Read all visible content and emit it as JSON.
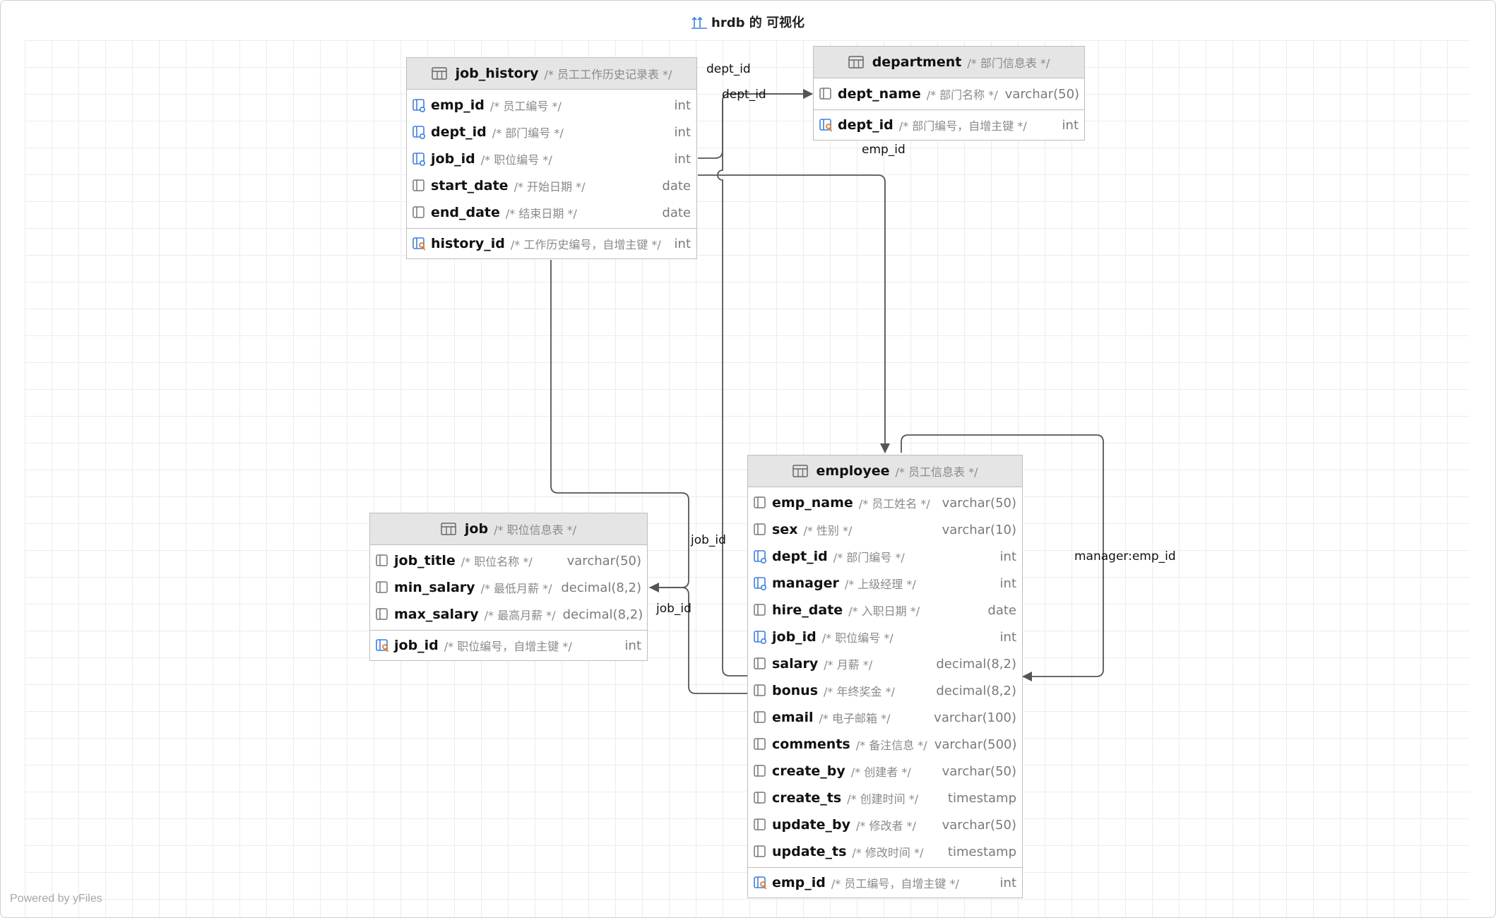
{
  "title": "hrdb 的 可视化",
  "footer": "Powered by yFiles",
  "tables": {
    "job_history": {
      "name": "job_history",
      "comment": "/* 员工工作历史记录表 */",
      "columns": [
        {
          "name": "emp_id",
          "comment": "/* 员工编号 */",
          "type": "int",
          "icon": "foreign-key-column-icon"
        },
        {
          "name": "dept_id",
          "comment": "/* 部门编号 */",
          "type": "int",
          "icon": "foreign-key-column-icon"
        },
        {
          "name": "job_id",
          "comment": "/* 职位编号 */",
          "type": "int",
          "icon": "foreign-key-column-icon"
        },
        {
          "name": "start_date",
          "comment": "/* 开始日期 */",
          "type": "date",
          "icon": "column-icon"
        },
        {
          "name": "end_date",
          "comment": "/* 结束日期 */",
          "type": "date",
          "icon": "column-icon"
        }
      ],
      "pk": {
        "name": "history_id",
        "comment": "/* 工作历史编号，自增主键 */",
        "type": "int",
        "icon": "primary-key-column-icon"
      }
    },
    "department": {
      "name": "department",
      "comment": "/* 部门信息表 */",
      "columns": [
        {
          "name": "dept_name",
          "comment": "/* 部门名称 */",
          "type": "varchar(50)",
          "icon": "column-icon"
        }
      ],
      "pk": {
        "name": "dept_id",
        "comment": "/* 部门编号，自增主键 */",
        "type": "int",
        "icon": "primary-key-column-icon"
      }
    },
    "job": {
      "name": "job",
      "comment": "/* 职位信息表 */",
      "columns": [
        {
          "name": "job_title",
          "comment": "/* 职位名称 */",
          "type": "varchar(50)",
          "icon": "column-icon"
        },
        {
          "name": "min_salary",
          "comment": "/* 最低月薪 */",
          "type": "decimal(8,2)",
          "icon": "column-icon"
        },
        {
          "name": "max_salary",
          "comment": "/* 最高月薪 */",
          "type": "decimal(8,2)",
          "icon": "column-icon"
        }
      ],
      "pk": {
        "name": "job_id",
        "comment": "/* 职位编号，自增主键 */",
        "type": "int",
        "icon": "primary-key-column-icon"
      }
    },
    "employee": {
      "name": "employee",
      "comment": "/* 员工信息表 */",
      "columns": [
        {
          "name": "emp_name",
          "comment": "/* 员工姓名 */",
          "type": "varchar(50)",
          "icon": "column-icon"
        },
        {
          "name": "sex",
          "comment": "/* 性别 */",
          "type": "varchar(10)",
          "icon": "column-icon"
        },
        {
          "name": "dept_id",
          "comment": "/* 部门编号 */",
          "type": "int",
          "icon": "foreign-key-column-icon"
        },
        {
          "name": "manager",
          "comment": "/* 上级经理 */",
          "type": "int",
          "icon": "foreign-key-column-icon"
        },
        {
          "name": "hire_date",
          "comment": "/* 入职日期 */",
          "type": "date",
          "icon": "column-icon"
        },
        {
          "name": "job_id",
          "comment": "/* 职位编号 */",
          "type": "int",
          "icon": "foreign-key-column-icon"
        },
        {
          "name": "salary",
          "comment": "/* 月薪 */",
          "type": "decimal(8,2)",
          "icon": "column-icon"
        },
        {
          "name": "bonus",
          "comment": "/* 年终奖金 */",
          "type": "decimal(8,2)",
          "icon": "column-icon"
        },
        {
          "name": "email",
          "comment": "/* 电子邮箱 */",
          "type": "varchar(100)",
          "icon": "column-icon"
        },
        {
          "name": "comments",
          "comment": "/* 备注信息 */",
          "type": "varchar(500)",
          "icon": "column-icon"
        },
        {
          "name": "create_by",
          "comment": "/* 创建者 */",
          "type": "varchar(50)",
          "icon": "column-icon"
        },
        {
          "name": "create_ts",
          "comment": "/* 创建时间 */",
          "type": "timestamp",
          "icon": "column-icon"
        },
        {
          "name": "update_by",
          "comment": "/* 修改者 */",
          "type": "varchar(50)",
          "icon": "column-icon"
        },
        {
          "name": "update_ts",
          "comment": "/* 修改时间 */",
          "type": "timestamp",
          "icon": "column-icon"
        }
      ],
      "pk": {
        "name": "emp_id",
        "comment": "/* 员工编号，自增主键 */",
        "type": "int",
        "icon": "primary-key-column-icon"
      }
    }
  },
  "edge_labels": {
    "jh_dept_source": "dept_id",
    "jh_dept_target": "dept_id",
    "jh_emp": "emp_id",
    "emp_job_source": "job_id",
    "emp_job_target": "job_id",
    "emp_manager": "manager:emp_id"
  },
  "colors": {
    "header_bg": "#e5e5e5",
    "border": "#bdbdbd",
    "edge": "#555555",
    "fk_icon": "#3d7ee0",
    "pk_key": "#e07a2a"
  }
}
